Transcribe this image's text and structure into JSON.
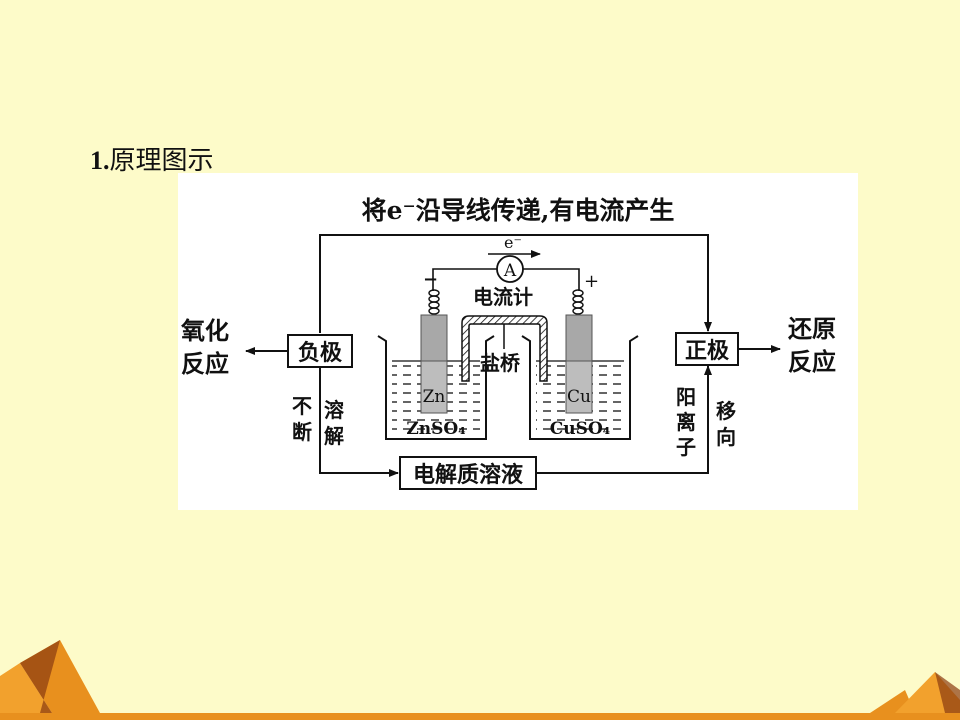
{
  "slide": {
    "number": "1.",
    "title": "原理图示"
  },
  "diagram": {
    "top_caption": "将e⁻沿导线传递,有电流产生",
    "electron_label": "e⁻",
    "ammeter_symbol": "A",
    "galvanometer_label": "电流计",
    "minus_sign": "−",
    "plus_sign": "+",
    "salt_bridge_label": "盐桥",
    "left_electrode": "Zn",
    "right_electrode": "Cu",
    "left_solution": "ZnSO₄",
    "right_solution": "CuSO₄",
    "negative_box": "负极",
    "positive_box": "正极",
    "oxidation": [
      "氧化",
      "反应"
    ],
    "reduction": [
      "还原",
      "反应"
    ],
    "continuous": [
      "不",
      "断"
    ],
    "dissolve": [
      "溶",
      "解"
    ],
    "cation": [
      "阳",
      "离",
      "子"
    ],
    "migrate": [
      "移",
      "向"
    ],
    "electrolyte_box": "电解质溶液"
  },
  "colors": {
    "background": "#fdfbc9",
    "panel": "#ffffff",
    "electrode": "#a8a8a8",
    "line": "#111111",
    "decor_orange": "#e8901e",
    "decor_dark": "#8a3b10"
  }
}
